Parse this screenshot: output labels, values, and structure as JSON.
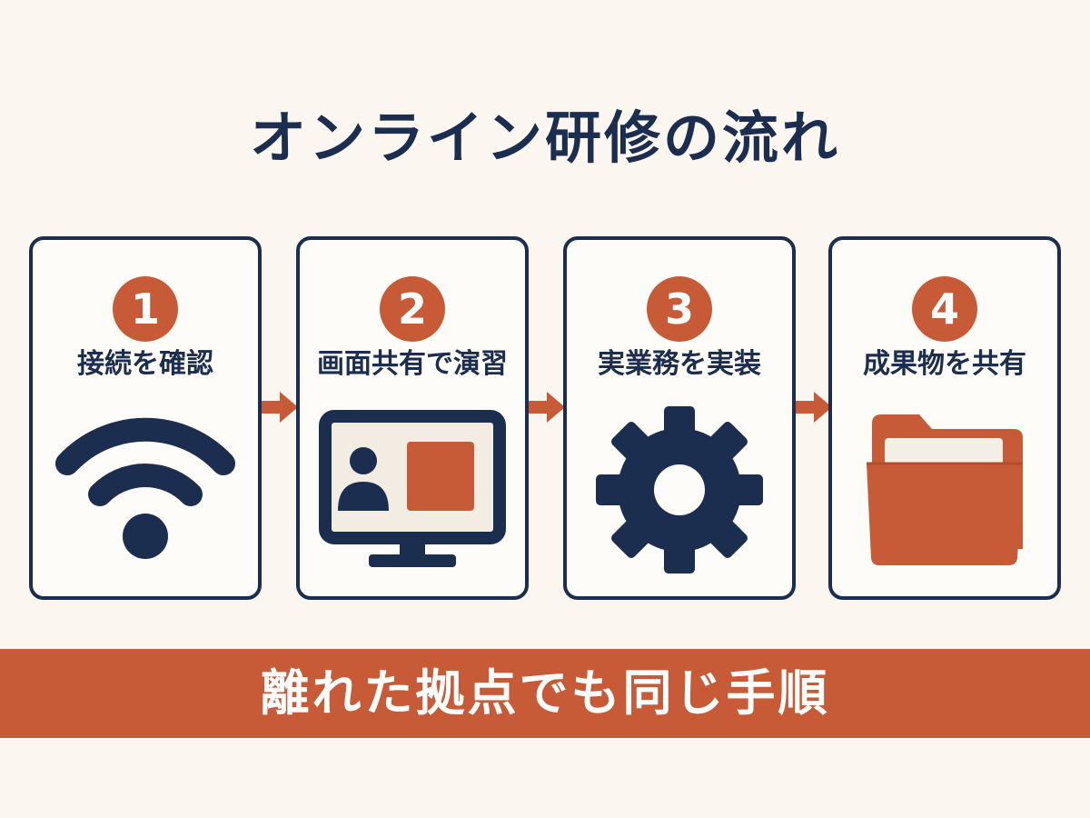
{
  "title": "オンライン研修の流れ",
  "steps": [
    {
      "number": "1",
      "label": "接続を確認",
      "icon": "wifi-icon"
    },
    {
      "number": "2",
      "label": "画面共有で演習",
      "icon": "monitor-icon"
    },
    {
      "number": "3",
      "label": "実業務を実装",
      "icon": "gear-icon"
    },
    {
      "number": "4",
      "label": "成果物を共有",
      "icon": "folder-icon"
    }
  ],
  "banner": "離れた拠点でも同じ手順",
  "colors": {
    "navy": "#1c2e4f",
    "accent": "#c75a37",
    "background": "#fbf7f0"
  }
}
